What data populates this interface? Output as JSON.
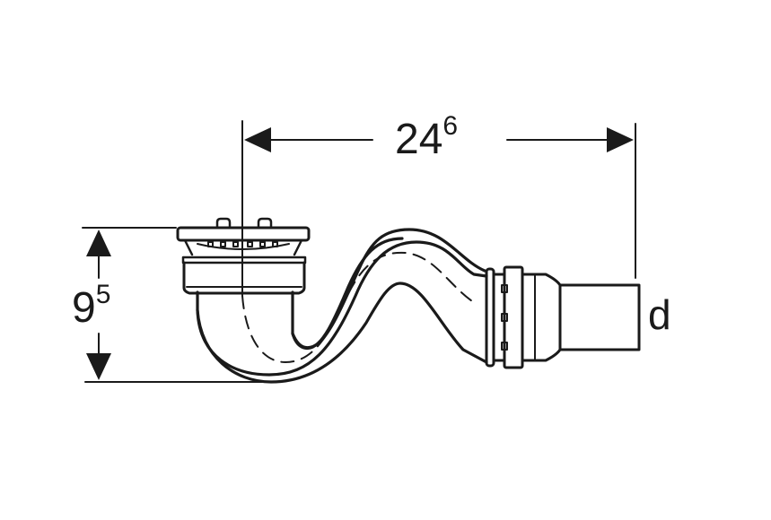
{
  "diagram": {
    "subject": "shower drain with S-trap outlet pipe",
    "stroke_color": "#1a1a1a",
    "background": "#ffffff",
    "dimensions": {
      "width": {
        "main": "24",
        "superscript": "6"
      },
      "height": {
        "main": "9",
        "superscript": "5"
      },
      "outlet_diameter": {
        "label": "d"
      }
    }
  }
}
